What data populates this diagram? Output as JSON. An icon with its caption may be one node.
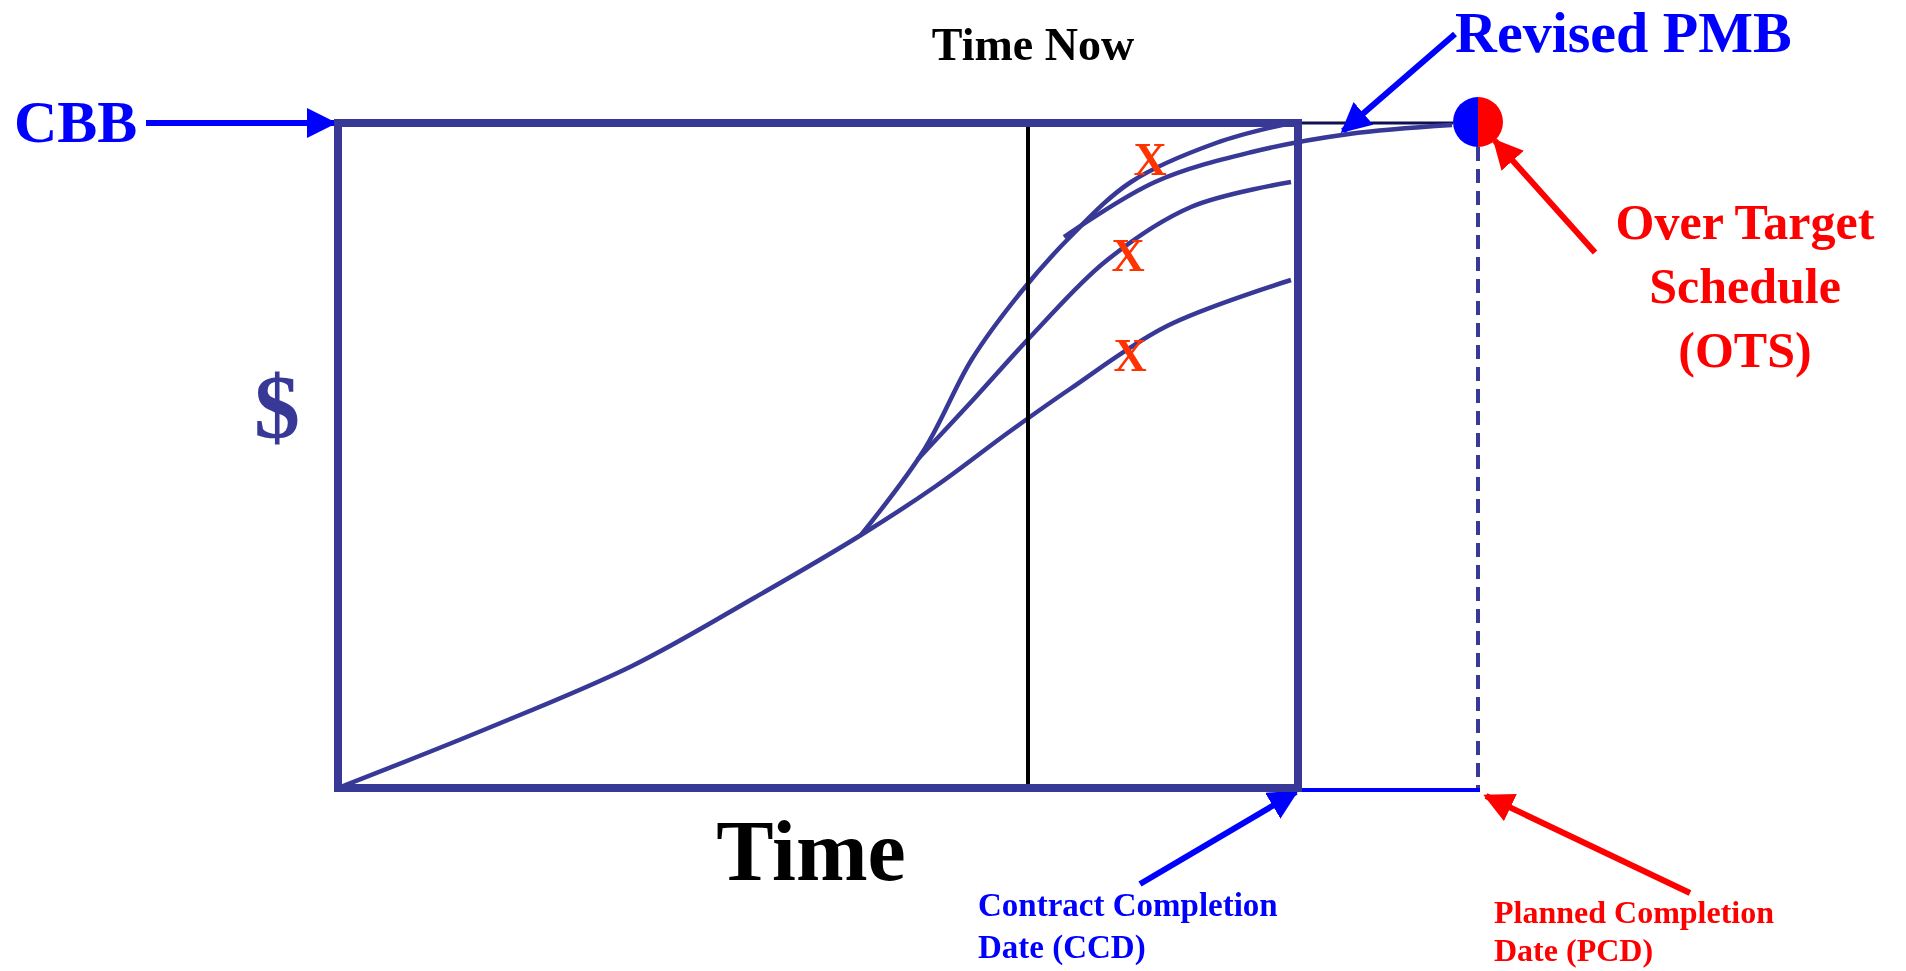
{
  "diagram": {
    "nodes": [
      {
        "text": [
          "CBB"
        ]
      },
      {
        "text": [],
        "shape": "box",
        "beside": [
          "$",
          "Time"
        ]
      },
      {
        "text": [
          "Revised PMB"
        ]
      },
      {
        "text": [
          "Over Target Schedule (OTS)"
        ]
      },
      {
        "text": [],
        "shape": "circle"
      },
      {
        "text": [
          "Contract Completion Date (CCD)"
        ]
      },
      {
        "text": [
          "Planned Completion Date (PCD)"
        ]
      },
      {
        "text": [],
        "shape": "line"
      }
    ],
    "edges": [
      {
        "from": 0,
        "to": 1,
        "arrow": "to"
      },
      {
        "from": 2,
        "to": 7,
        "arrow": "to"
      },
      {
        "from": 3,
        "to": 4,
        "arrow": "to",
        "color": "#ff0000"
      },
      {
        "from": 5,
        "to": 1,
        "arrow": "to"
      },
      {
        "from": 6,
        "to": null,
        "arrow": "to",
        "color": "#ff0000"
      }
    ],
    "labels": [
      "Time Now",
      "X",
      "X",
      "X"
    ]
  }
}
